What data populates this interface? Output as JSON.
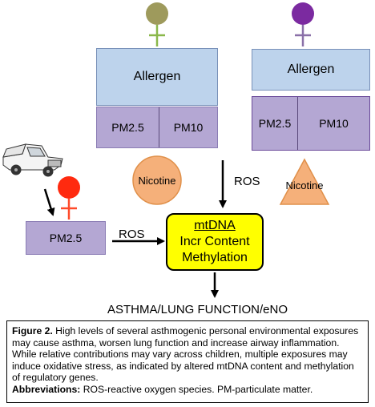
{
  "diagram": {
    "allergen_labels": [
      "Allergen",
      "Allergen"
    ],
    "pm_labels_left": [
      "PM2.5",
      "PM10"
    ],
    "pm_labels_right": [
      "PM2.5",
      "PM10"
    ],
    "nicotine_labels": [
      "Nicotine",
      "Nicotine"
    ],
    "outdoor_pm": "PM2.5",
    "ros_labels": [
      "ROS",
      "ROS"
    ],
    "center_box": {
      "line1": "mtDNA",
      "line2": "Incr Content",
      "line3": "Methylation"
    },
    "outcome": "ASTHMA/LUNG FUNCTION/eNO",
    "colors": {
      "female_head": "#9e9a5c",
      "female_symbol_stroke": "#8ab84a",
      "male_head": "#7b2aa0",
      "male_symbol_stroke": "#8a70a8",
      "child_head": "#ff2a0f",
      "child_symbol_stroke": "#ff4a2a",
      "allergen_fill": "#bdd3ec",
      "pm_fill": "#b4a7d3",
      "nicotine_fill": "#f5b07a",
      "center_fill": "#ffff00"
    }
  },
  "caption": {
    "figure_label": "Figure 2.",
    "figure_text": " High levels of several asthmogenic personal environmental exposures may cause asthma, worsen lung function and increase airway inflammation. While relative contributions may vary across children, multiple exposures may induce oxidative stress, as indicated by altered mtDNA content and methylation of regulatory genes.",
    "abbrev_label": "Abbreviations:",
    "abbrev_text": " ROS-reactive oxygen species. PM-particulate matter."
  }
}
